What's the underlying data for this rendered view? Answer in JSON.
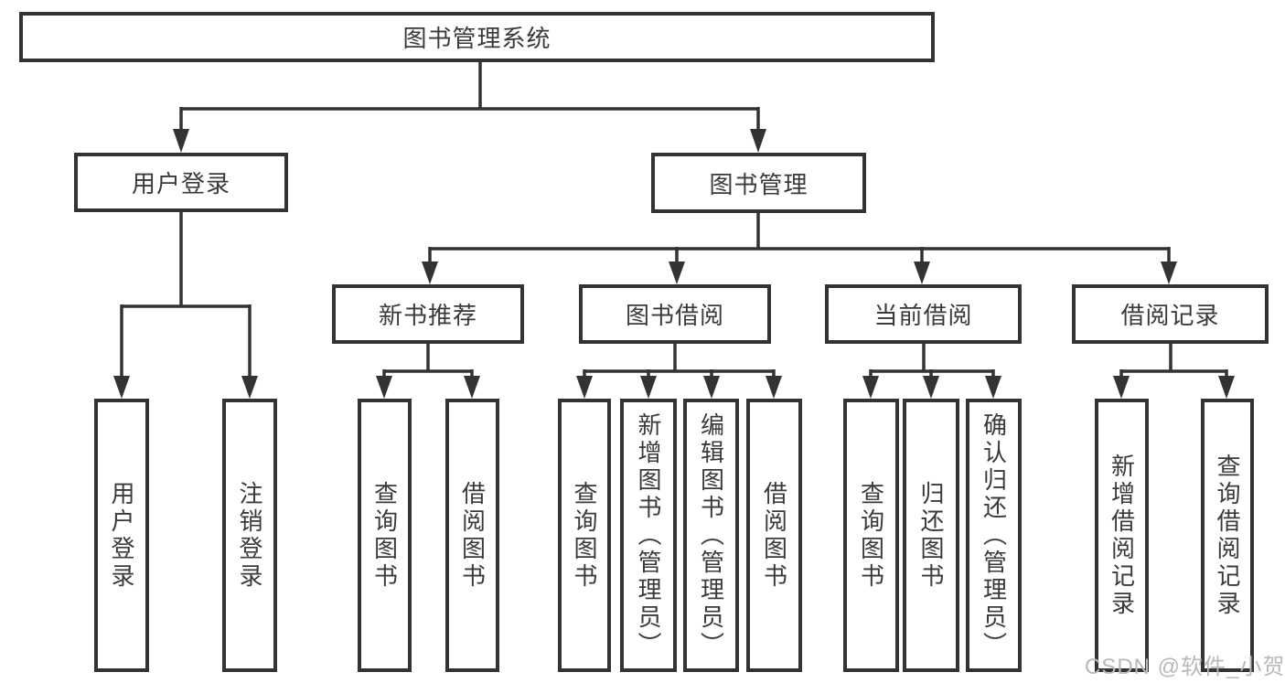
{
  "diagram": {
    "title": "图书管理系统",
    "watermark": "CSDN @软件_小贺同学",
    "colors": {
      "line": "#333333",
      "box_border": "#333333",
      "box_fill": "#ffffff",
      "text": "#3a3a3a",
      "watermark": "#b9b9b9",
      "background": "#ffffff"
    },
    "nodes": {
      "root": "图书管理系统",
      "level2": [
        {
          "label": "用户登录"
        },
        {
          "label": "图书管理"
        }
      ],
      "level3": [
        {
          "label": "新书推荐"
        },
        {
          "label": "图书借阅"
        },
        {
          "label": "当前借阅"
        },
        {
          "label": "借阅记录"
        }
      ],
      "leaves": [
        {
          "label": "用户登录"
        },
        {
          "label": "注销登录"
        },
        {
          "label": "查询图书"
        },
        {
          "label": "借阅图书"
        },
        {
          "label": "查询图书"
        },
        {
          "label": "新增图书（管理员）"
        },
        {
          "label": "编辑图书（管理员）"
        },
        {
          "label": "借阅图书"
        },
        {
          "label": "查询图书"
        },
        {
          "label": "归还图书"
        },
        {
          "label": "确认归还（管理员）"
        },
        {
          "label": "新增借阅记录"
        },
        {
          "label": "查询借阅记录"
        }
      ]
    },
    "edges": [
      "图书管理系统→用户登录",
      "图书管理系统→图书管理",
      "用户登录→用户登录",
      "用户登录→注销登录",
      "图书管理→新书推荐",
      "图书管理→图书借阅",
      "图书管理→当前借阅",
      "图书管理→借阅记录",
      "新书推荐→查询图书",
      "新书推荐→借阅图书",
      "图书借阅→查询图书",
      "图书借阅→新增图书（管理员）",
      "图书借阅→编辑图书（管理员）",
      "图书借阅→借阅图书",
      "当前借阅→查询图书",
      "当前借阅→归还图书",
      "当前借阅→确认归还（管理员）",
      "借阅记录→新增借阅记录",
      "借阅记录→查询借阅记录"
    ]
  }
}
